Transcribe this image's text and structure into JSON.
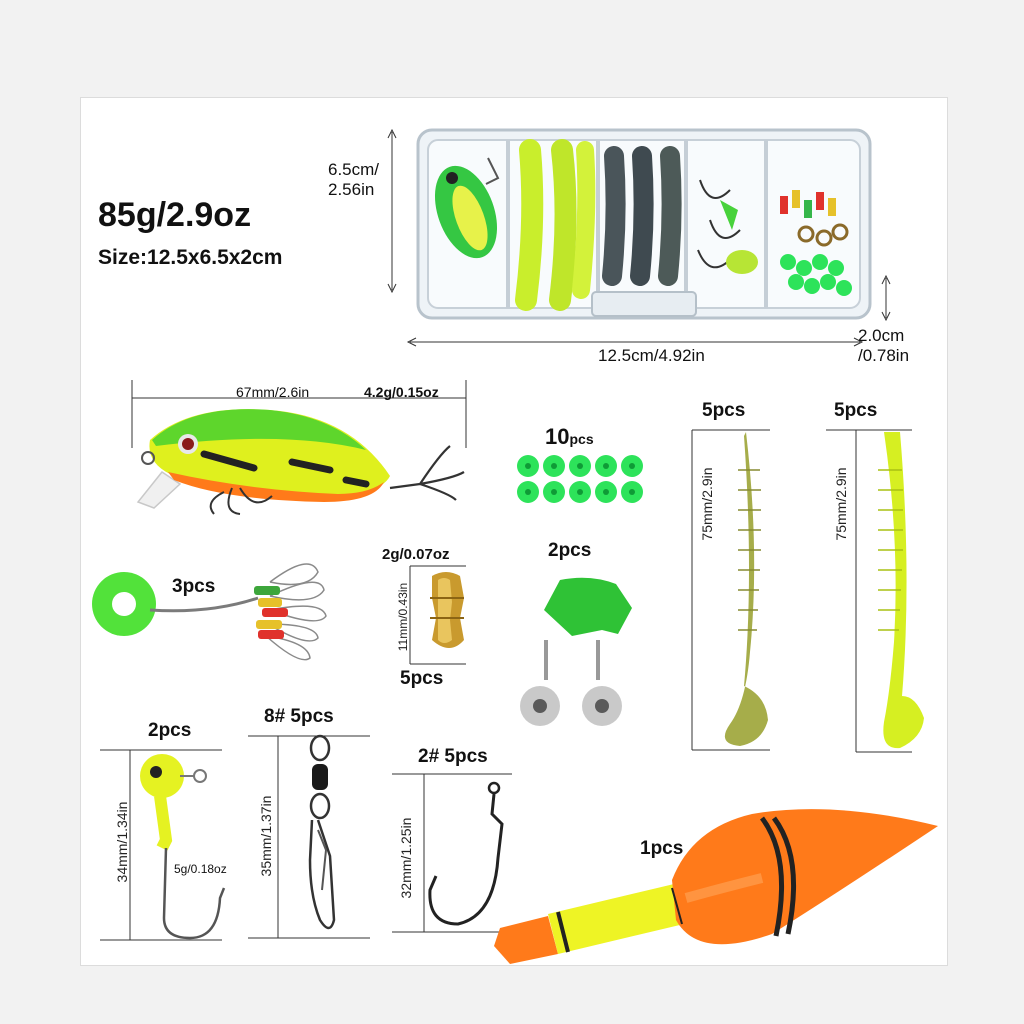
{
  "box": {
    "weight": "85g/2.9oz",
    "size": "Size:12.5x6.5x2cm",
    "height_dim": "6.5cm/\n2.56in",
    "length_dim": "12.5cm/4.92in",
    "depth_dim": "2.0cm\n/0.78in"
  },
  "minnow": {
    "length": "67mm/2.6in",
    "weight": "4.2g/0.15oz"
  },
  "beads": {
    "count": "10",
    "unit": "pcs"
  },
  "soft_bait_a": {
    "qty": "5pcs",
    "length": "75mm/2.9in"
  },
  "soft_bait_b": {
    "qty": "5pcs",
    "length": "75mm/2.9in"
  },
  "stopper": {
    "qty": "3pcs"
  },
  "sinker": {
    "weight": "2g/0.07oz",
    "length": "11mm/0.43in",
    "qty": "5pcs"
  },
  "bell": {
    "qty": "2pcs"
  },
  "jighead": {
    "qty": "2pcs",
    "length": "34mm/1.34in",
    "weight": "5g/0.18oz"
  },
  "swivel": {
    "qty": "8# 5pcs",
    "length": "35mm/1.37in"
  },
  "hook": {
    "qty": "2# 5pcs",
    "length": "32mm/1.25in"
  },
  "float": {
    "qty": "1pcs"
  },
  "colors": {
    "lure_green": "#7be02a",
    "lure_yellow": "#e9f51a",
    "float_orange": "#ff7a1a",
    "bead_green": "#2de35a",
    "worm_olive": "#a6ad4a",
    "worm_chartreuse": "#d6ef22"
  }
}
